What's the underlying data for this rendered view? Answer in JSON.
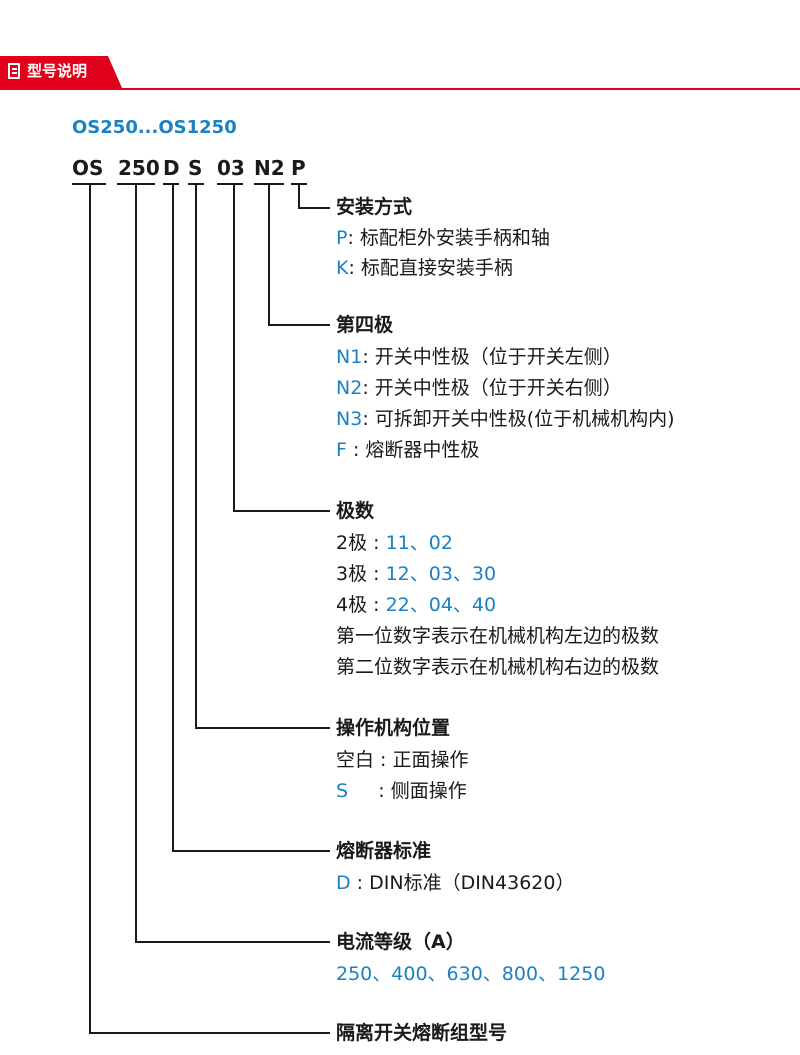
{
  "header": {
    "title": "型号说明",
    "icon": "document-icon",
    "accent": "#e0001b"
  },
  "series": {
    "title": "OS250...OS1250"
  },
  "code_parts": [
    "OS",
    "250",
    "D",
    "S",
    "03",
    "N2",
    "P"
  ],
  "sections": {
    "mounting": {
      "title": "安装方式",
      "items": [
        {
          "code": "P",
          "text": ": 标配柜外安装手柄和轴"
        },
        {
          "code": "K",
          "text": ": 标配直接安装手柄"
        }
      ]
    },
    "fourth_pole": {
      "title": "第四极",
      "items": [
        {
          "code": "N1",
          "text": ": 开关中性极（位于开关左侧）"
        },
        {
          "code": "N2",
          "text": ": 开关中性极（位于开关右侧）"
        },
        {
          "code": "N3",
          "text": ": 可拆卸开关中性极(位于机械机构内)"
        },
        {
          "code": "F",
          "text": " : 熔断器中性极"
        }
      ]
    },
    "poles": {
      "title": "极数",
      "items": [
        {
          "label": "2极 : ",
          "values": "11、02"
        },
        {
          "label": "3极 : ",
          "values": "12、03、30"
        },
        {
          "label": "4极 : ",
          "values": "22、04、40"
        }
      ],
      "notes": [
        "第一位数字表示在机械机构左边的极数",
        "第二位数字表示在机械机构右边的极数"
      ]
    },
    "operating": {
      "title": "操作机构位置",
      "items": [
        {
          "code": "空白",
          "text": " : 正面操作"
        },
        {
          "code": "S",
          "text": "     : 侧面操作"
        }
      ]
    },
    "fuse_standard": {
      "title": "熔断器标准",
      "items": [
        {
          "code": "D",
          "text": " : DIN标准（DIN43620）"
        }
      ]
    },
    "current": {
      "title": "电流等级（A）",
      "values": "250、400、630、800、1250"
    },
    "group": {
      "title": "隔离开关熔断组型号"
    }
  }
}
